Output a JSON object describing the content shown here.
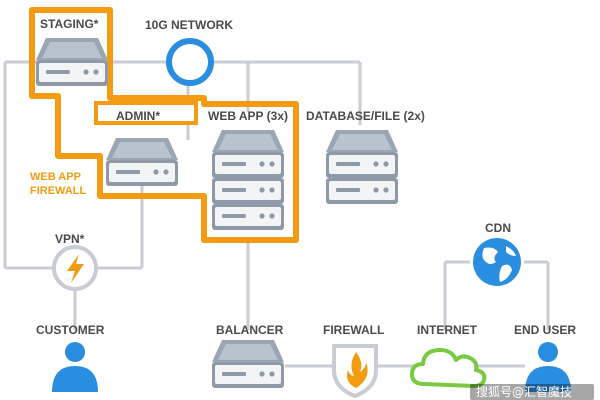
{
  "labels": {
    "staging": "STAGING*",
    "network": "10G NETWORK",
    "admin": "ADMIN*",
    "webapp": "WEB APP (3x)",
    "database": "DATABASE/FILE (2x)",
    "firewall_zone_line1": "WEB APP",
    "firewall_zone_line2": "FIREWALL",
    "vpn": "VPN*",
    "customer": "CUSTOMER",
    "balancer": "BALANCER",
    "firewall": "FIREWALL",
    "internet": "INTERNET",
    "cdn": "CDN",
    "end_user": "END USER"
  },
  "watermark": "搜狐号@汇智魔技",
  "icons": {
    "server": "server-icon",
    "network": "network-hub-icon",
    "vpn": "lightning-icon",
    "user": "user-icon",
    "firewall": "flame-shield-icon",
    "internet": "cloud-icon",
    "cdn": "globe-icon"
  },
  "colors": {
    "orange": "#f39c12",
    "blue": "#2a8ee0",
    "server_gray": "#8c99a8",
    "line_gray": "#c8cdd3",
    "text": "#4a4a4a",
    "green": "#7ac943"
  }
}
